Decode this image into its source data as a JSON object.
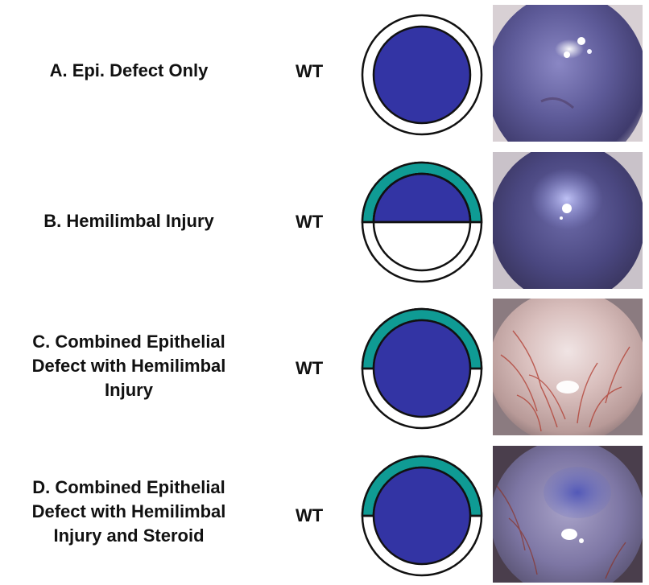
{
  "colors": {
    "defect_fill": "#3334a4",
    "limbal_band": "#0f9b94",
    "outline": "#111111",
    "background": "#ffffff"
  },
  "rows": [
    {
      "id": "A",
      "label_lines": [
        "A. Epi. Defect Only"
      ],
      "genotype": "WT",
      "diagram_type": "epithelial-defect-only",
      "photo_description": "mouse-eye-clear-cornea"
    },
    {
      "id": "B",
      "label_lines": [
        "B. Hemilimbal Injury"
      ],
      "genotype": "WT",
      "diagram_type": "hemilimbal-injury",
      "photo_description": "mouse-eye-central-opacity"
    },
    {
      "id": "C",
      "label_lines": [
        "C. Combined Epithelial",
        "Defect with Hemilimbal",
        "Injury"
      ],
      "genotype": "WT",
      "diagram_type": "combined-defect-hemilimbal",
      "photo_description": "mouse-eye-vascularized-cornea"
    },
    {
      "id": "D",
      "label_lines": [
        "D. Combined Epithelial",
        "Defect with Hemilimbal",
        "Injury and Steroid"
      ],
      "genotype": "WT",
      "diagram_type": "combined-defect-hemilimbal-steroid",
      "photo_description": "mouse-eye-partial-vascularization"
    }
  ]
}
